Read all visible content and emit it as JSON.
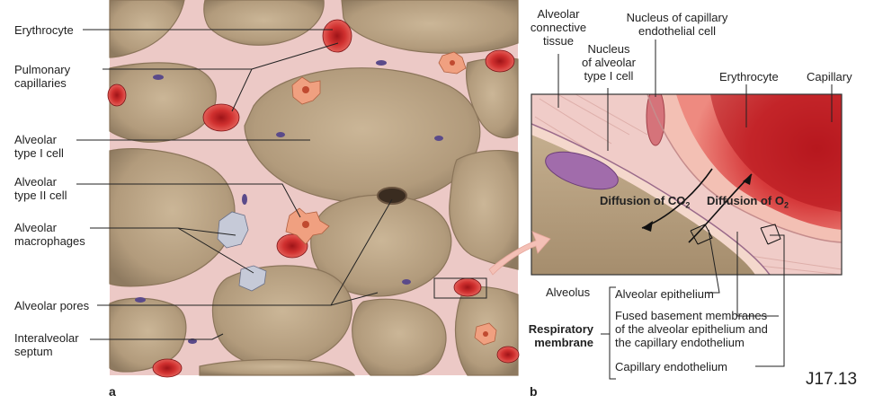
{
  "panel_a": {
    "letter": "a",
    "labels": {
      "erythrocyte": "Erythrocyte",
      "pulmonary_capillaries": [
        "Pulmonary",
        "capillaries"
      ],
      "alveolar_type1": [
        "Alveolar",
        "type I cell"
      ],
      "alveolar_type2": [
        "Alveolar",
        "type II cell"
      ],
      "alveolar_macrophages": [
        "Alveolar",
        "macrophages"
      ],
      "alveolar_pores": "Alveolar pores",
      "interalveolar_septum": [
        "Interalveolar",
        "septum"
      ]
    }
  },
  "panel_b": {
    "letter": "b",
    "labels": {
      "alveolar_connective_tissue": [
        "Alveolar",
        "connective",
        "tissue"
      ],
      "nucleus_type1": [
        "Nucleus",
        "of alveolar",
        "type I cell"
      ],
      "nucleus_endothelial": [
        "Nucleus of capillary",
        "endothelial cell"
      ],
      "erythrocyte": "Erythrocyte",
      "capillary": "Capillary",
      "diffusion_co2": "Diffusion of CO",
      "diffusion_o2": "Diffusion of O",
      "subscript_2": "2",
      "alveolus": "Alveolus",
      "respiratory_membrane": [
        "Respiratory",
        "membrane"
      ],
      "alveolar_epithelium": "Alveolar epithelium",
      "fused_basement": [
        "Fused basement membranes",
        "of the alveolar epithelium and",
        "the capillary endothelium"
      ],
      "capillary_endothelium": "Capillary endothelium"
    }
  },
  "figure_id": "J17.13",
  "colors": {
    "alveolus_tan": "#b59e80",
    "septum_pink": "#ecc9c6",
    "erythrocyte_red": "#c8282c",
    "capillary_red": "#d4383a",
    "nucleus_purple": "#a06aa8",
    "arrow_pink": "#f2b9b0"
  }
}
